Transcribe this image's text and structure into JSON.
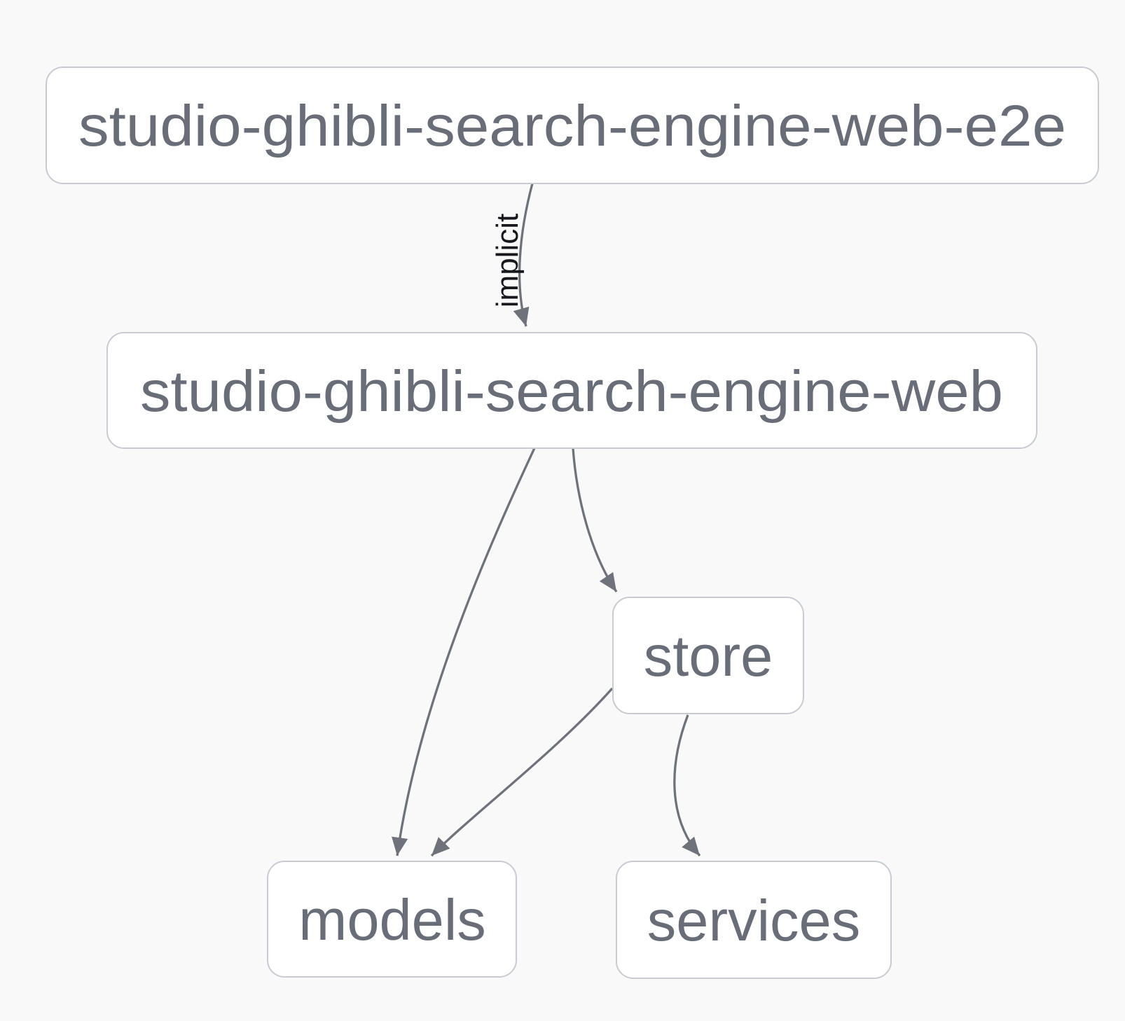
{
  "graph": {
    "type": "dependency-graph",
    "direction": "top-down"
  },
  "nodes": [
    {
      "id": "e2e",
      "label": "studio-ghibli-search-engine-web-e2e"
    },
    {
      "id": "web",
      "label": "studio-ghibli-search-engine-web"
    },
    {
      "id": "store",
      "label": "store"
    },
    {
      "id": "models",
      "label": "models"
    },
    {
      "id": "services",
      "label": "services"
    }
  ],
  "edges": [
    {
      "from": "studio-ghibli-search-engine-web-e2e",
      "to": "studio-ghibli-search-engine-web",
      "label": "implicit"
    },
    {
      "from": "studio-ghibli-search-engine-web",
      "to": "models"
    },
    {
      "from": "studio-ghibli-search-engine-web",
      "to": "store"
    },
    {
      "from": "store",
      "to": "models"
    },
    {
      "from": "store",
      "to": "services"
    }
  ],
  "colors": {
    "background": "#f9f9fa",
    "node_fill": "#ffffff",
    "node_border": "#c9cbd3",
    "node_text": "#696d78",
    "edge_color": "#6f727b",
    "edge_label_color": "#17181c"
  }
}
